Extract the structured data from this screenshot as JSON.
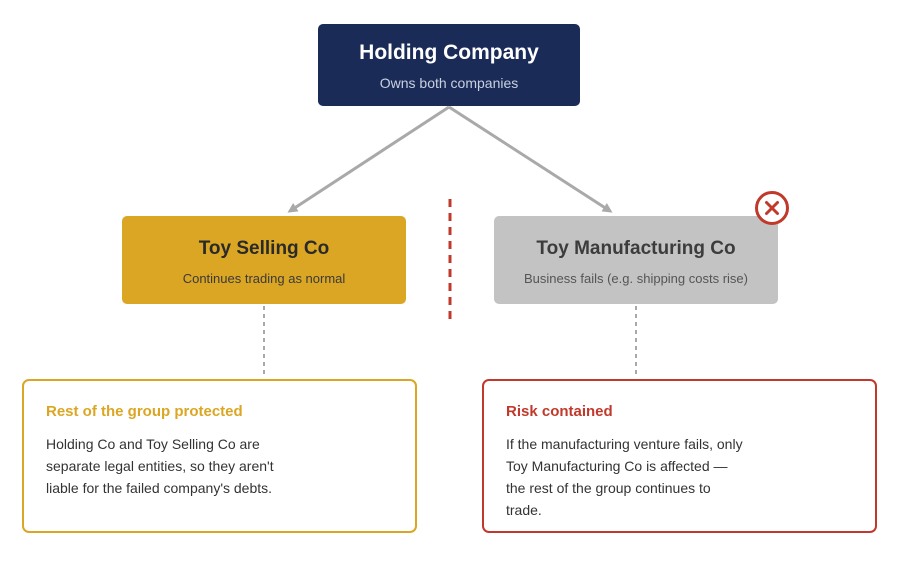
{
  "diagram": {
    "holding": {
      "title": "Holding Company",
      "subtitle": "Owns both companies",
      "color": "#1b2b57"
    },
    "selling": {
      "title": "Toy Selling Co",
      "subtitle": "Continues trading as normal",
      "color": "#dba623"
    },
    "manufacturing": {
      "title": "Toy Manufacturing Co",
      "subtitle": "Business fails (e.g. shipping costs rise)",
      "color": "#c3c3c3",
      "status_icon": "x-circle-icon"
    },
    "left_card": {
      "title": "Rest of the group protected",
      "body": "Holding Co and Toy Selling Co are separate legal entities, so they aren't liable for the failed company's debts.",
      "accent": "#dba623"
    },
    "right_card": {
      "title": "Risk contained",
      "body": "If the manufacturing venture fails, only Toy Manufacturing Co is affected — the rest of the group continues to trade.",
      "accent": "#c0392b"
    },
    "divider_color": "#c0392b",
    "connector_color": "#a9a9a9"
  }
}
